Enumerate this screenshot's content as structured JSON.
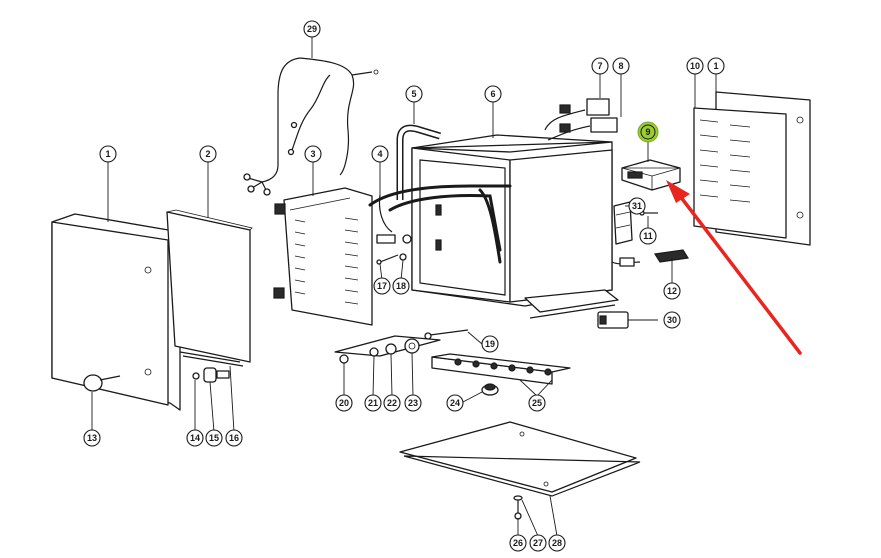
{
  "callouts": [
    {
      "id": "c1a",
      "label": "1"
    },
    {
      "id": "c2",
      "label": "2"
    },
    {
      "id": "c3",
      "label": "3"
    },
    {
      "id": "c4",
      "label": "4"
    },
    {
      "id": "c5",
      "label": "5"
    },
    {
      "id": "c6",
      "label": "6"
    },
    {
      "id": "c7",
      "label": "7"
    },
    {
      "id": "c8",
      "label": "8"
    },
    {
      "id": "c9",
      "label": "9"
    },
    {
      "id": "c10",
      "label": "10"
    },
    {
      "id": "c1b",
      "label": "1"
    },
    {
      "id": "c11",
      "label": "11"
    },
    {
      "id": "c12",
      "label": "12"
    },
    {
      "id": "c13",
      "label": "13"
    },
    {
      "id": "c14",
      "label": "14"
    },
    {
      "id": "c15",
      "label": "15"
    },
    {
      "id": "c16",
      "label": "16"
    },
    {
      "id": "c17",
      "label": "17"
    },
    {
      "id": "c18",
      "label": "18"
    },
    {
      "id": "c19",
      "label": "19"
    },
    {
      "id": "c20",
      "label": "20"
    },
    {
      "id": "c21",
      "label": "21"
    },
    {
      "id": "c22",
      "label": "22"
    },
    {
      "id": "c23",
      "label": "23"
    },
    {
      "id": "c24",
      "label": "24"
    },
    {
      "id": "c25",
      "label": "25"
    },
    {
      "id": "c26",
      "label": "26"
    },
    {
      "id": "c27",
      "label": "27"
    },
    {
      "id": "c28",
      "label": "28"
    },
    {
      "id": "c29",
      "label": "29"
    },
    {
      "id": "c30",
      "label": "30"
    },
    {
      "id": "c31",
      "label": "31"
    }
  ],
  "highlight": {
    "callout": "9",
    "color": "#9acd32"
  },
  "pointer_arrow": {
    "color": "#e8261f",
    "target_callout": "9"
  }
}
